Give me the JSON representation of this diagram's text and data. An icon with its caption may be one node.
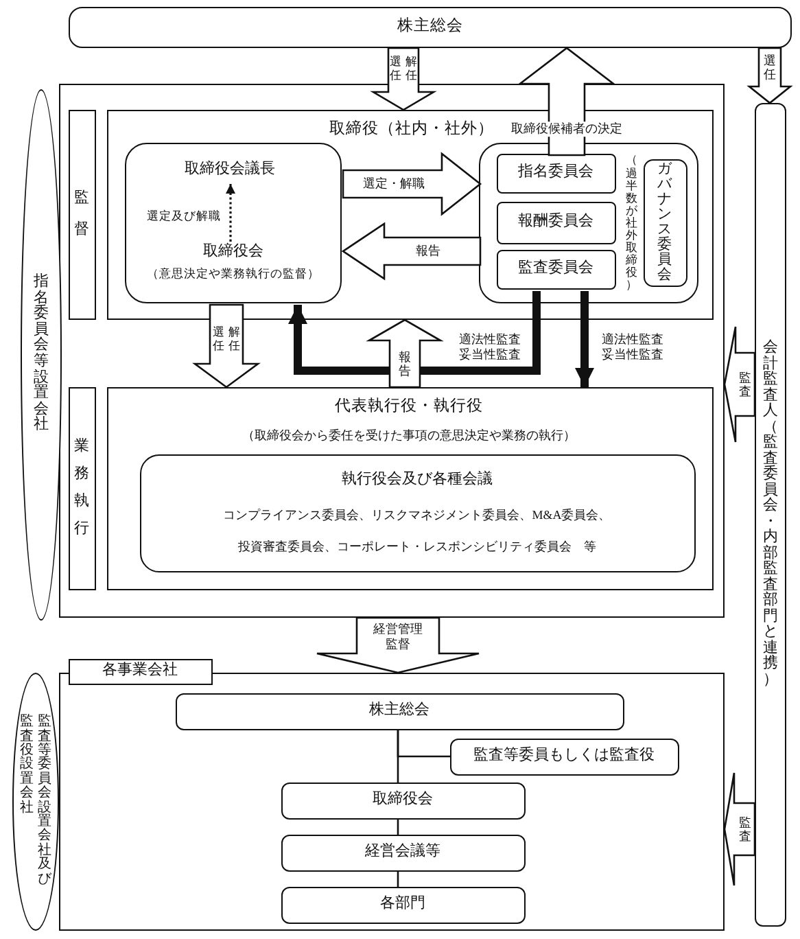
{
  "diagram": {
    "nodes": [
      {
        "text": [
          "株主総会"
        ]
      },
      {
        "text": [],
        "shape": "box"
      },
      {
        "text": [
          "指名委員会等設置会社"
        ]
      },
      {
        "text": [
          "監督"
        ],
        "in": 1
      },
      {
        "text": [
          "取締役（社内・社外）"
        ],
        "in": 1
      },
      {
        "text": [],
        "shape": "box",
        "in": 4
      },
      {
        "text": [
          "取締役会議長"
        ],
        "in": 5
      },
      {
        "text": [
          "取締役会",
          "（意思決定や業務執行の監督）"
        ],
        "in": 5
      },
      {
        "text": [
          "（過半数が社外取締役）"
        ],
        "in": 4
      },
      {
        "text": [
          "指名委員会"
        ],
        "in": 8
      },
      {
        "text": [
          "報酬委員会"
        ],
        "in": 8
      },
      {
        "text": [
          "監査委員会"
        ],
        "in": 8
      },
      {
        "text": [
          "ガバナンス委員会"
        ],
        "in": 8
      },
      {
        "text": [
          "業務執行"
        ],
        "in": 1
      },
      {
        "text": [
          "代表執行役・執行役",
          "（取締役会から委任を受けた事項の意思決定や業務の執行）"
        ],
        "in": 1
      },
      {
        "text": [
          "執行役会及び各種会議",
          "コンプライアンス委員会、リスクマネジメント委員会、M&A委員会、",
          "投資審査委員会、コーポレート・レスポンシビリティ委員会　等"
        ],
        "in": 14
      },
      {
        "text": [
          "会計監査人（監査委員会・内部監査部門と連携）"
        ]
      },
      {
        "text": [
          "各事業会社"
        ]
      },
      {
        "text": [
          "監査等委員会設置会社及び監査役設置会社"
        ]
      },
      {
        "text": [
          "株主総会"
        ],
        "in": 17
      },
      {
        "text": [
          "監査等委員もしくは監査役"
        ],
        "in": 17
      },
      {
        "text": [
          "取締役会"
        ],
        "in": 17
      },
      {
        "text": [
          "経営会議等"
        ],
        "in": 17
      },
      {
        "text": [
          "各部門"
        ],
        "in": 17
      }
    ],
    "edges": [
      {
        "from": 0,
        "to": 4,
        "arrow": "to",
        "label": "選任解任"
      },
      {
        "from": 0,
        "to": 16,
        "arrow": "to",
        "label": "選任"
      },
      {
        "from": 9,
        "to": 0,
        "arrow": "to",
        "label": "取締役候補者の決定"
      },
      {
        "from": 5,
        "to": 8,
        "arrow": "to",
        "label": "選定・解職"
      },
      {
        "from": 8,
        "to": 5,
        "arrow": "to",
        "label": "報告"
      },
      {
        "from": 7,
        "to": 6,
        "arrow": "to",
        "label": "選定及び解職",
        "style": "dashed"
      },
      {
        "from": 11,
        "to": 5,
        "arrow": "to",
        "label": "適法性監査妥当性監査",
        "style": "thick"
      },
      {
        "from": 11,
        "to": 14,
        "arrow": "to",
        "label": "適法性監査妥当性監査",
        "style": "thick"
      },
      {
        "from": 5,
        "to": 14,
        "arrow": "to",
        "label": "選任解任"
      },
      {
        "from": 14,
        "to": 4,
        "arrow": "to",
        "label": "報告"
      },
      {
        "from": 16,
        "to": 1,
        "arrow": "to",
        "label": "監査"
      },
      {
        "from": 1,
        "to": 17,
        "arrow": "to",
        "label": "経営管理監督"
      },
      {
        "from": 16,
        "to": 17,
        "arrow": "to",
        "label": "監査"
      },
      {
        "from": 19,
        "to": 21,
        "arrow": "none"
      },
      {
        "from": 19,
        "to": 20,
        "arrow": "none"
      },
      {
        "from": 21,
        "to": 22,
        "arrow": "none"
      },
      {
        "from": 22,
        "to": 23,
        "arrow": "none"
      }
    ]
  }
}
